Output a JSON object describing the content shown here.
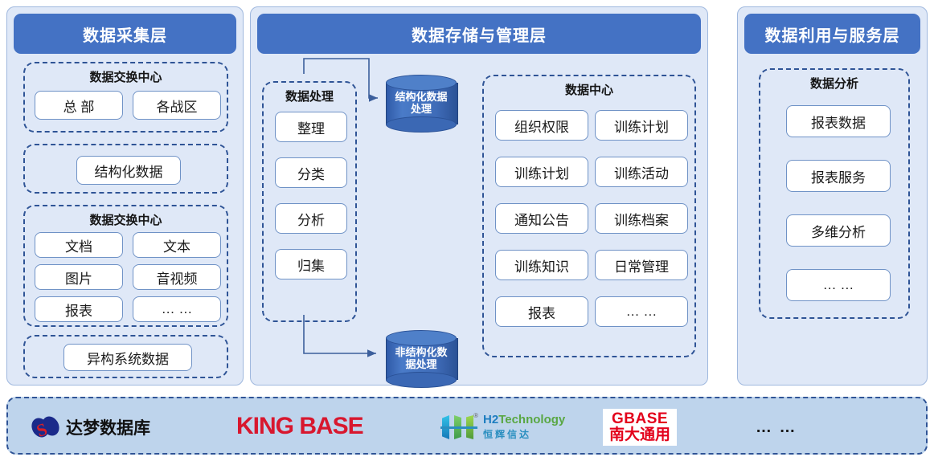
{
  "layers": [
    {
      "id": "collect",
      "title": "数据采集层",
      "groups": [
        {
          "id": "exchange-center-top",
          "title": "数据交换中心",
          "items": [
            "总 部",
            "各战区"
          ]
        },
        {
          "id": "structured-data",
          "title": "",
          "items": [
            "结构化数据"
          ]
        },
        {
          "id": "exchange-center-bottom",
          "title": "数据交换中心",
          "items": [
            "文档",
            "文本",
            "图片",
            "音视频",
            "报表",
            "… …"
          ]
        },
        {
          "id": "heterogeneous",
          "title": "",
          "items": [
            "异构系统数据"
          ]
        }
      ]
    },
    {
      "id": "storage",
      "title": "数据存储与管理层",
      "groups": [
        {
          "id": "data-processing",
          "title": "数据处理",
          "items": [
            "整理",
            "分类",
            "分析",
            "归集"
          ]
        },
        {
          "id": "data-center",
          "title": "数据中心",
          "items": [
            "组织权限",
            "训练计划",
            "训练计划",
            "训练活动",
            "通知公告",
            "训练档案",
            "训练知识",
            "日常管理",
            "报表",
            "… …"
          ]
        }
      ],
      "cylinders": [
        {
          "id": "structured-processing",
          "label": "结构化数据处理"
        },
        {
          "id": "unstructured-processing",
          "label": "非结构化数据处理"
        }
      ]
    },
    {
      "id": "service",
      "title": "数据利用与服务层",
      "groups": [
        {
          "id": "data-analysis",
          "title": "数据分析",
          "items": [
            "报表数据",
            "报表服务",
            "多维分析",
            "… …"
          ]
        }
      ]
    }
  ],
  "vendors": [
    {
      "id": "dameng",
      "name": "达梦数据库"
    },
    {
      "id": "kingbase",
      "name": "KING BASE"
    },
    {
      "id": "h2technology",
      "name_en_1": "H2",
      "name_en_2": "Technology",
      "name_cn": "恒辉信达",
      "reg": "®"
    },
    {
      "id": "gbase",
      "name_en": "GBASE",
      "name_cn": "南大通用"
    },
    {
      "id": "more",
      "name": "… …"
    }
  ],
  "cylinder_text": {
    "structured_l1": "结构化数据",
    "structured_l2": "处理",
    "unstructured_l1": "非结构化数",
    "unstructured_l2": "据处理"
  },
  "colors": {
    "header_blue": "#4472C4",
    "panel_bg": "#DFE8F7",
    "dashed_border": "#2F5496",
    "vendor_bar_bg": "#BED4EC",
    "chip_border": "#6F92C6",
    "cylinder": "#3F6CB8",
    "dameng_red": "#D71F28",
    "kingbase_red": "#D8172E",
    "gbase_red": "#E3001B"
  }
}
